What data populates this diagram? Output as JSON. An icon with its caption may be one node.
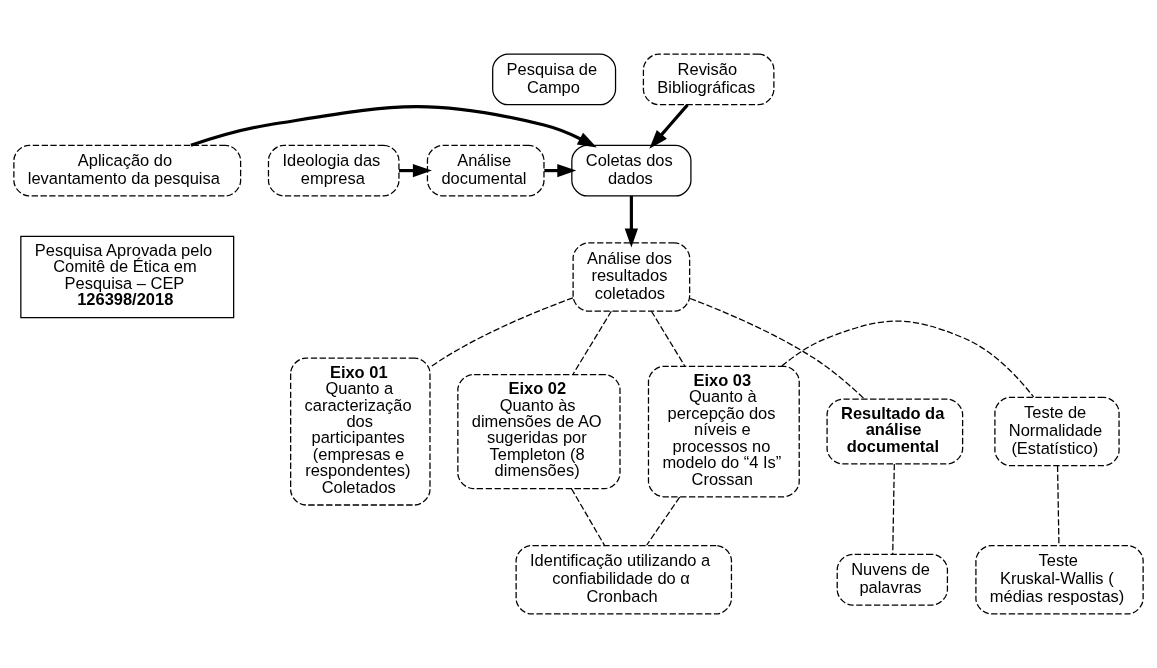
{
  "diagram": {
    "nodes": [
      {
        "text": [
          "Pesquisa de Campo"
        ]
      },
      {
        "text": [
          "Revisão Bibliográficas"
        ]
      },
      {
        "text": [
          "Coletas dos dados"
        ]
      },
      {
        "text": [
          "Aplicação do levantamento da pesquisa"
        ]
      },
      {
        "text": [
          "Ideologia das empresa"
        ]
      },
      {
        "text": [
          "Análise documental"
        ]
      },
      {
        "text": [
          "Análise dos resultados coletados"
        ]
      },
      {
        "text": [
          "Pesquisa Aprovada pelo Comitê de Ética em Pesquisa – CEP",
          "126398/2018"
        ]
      },
      {
        "text": [
          "Resultado da análise documental"
        ]
      },
      {
        "text": [
          "Eixo 01",
          "Quanto a caracterização dos participantes (empresas e respondentes) Coletados"
        ]
      },
      {
        "text": [
          "Eixo 02",
          "Quanto às dimensões de AO sugeridas por Templeton (8 dimensões)"
        ]
      },
      {
        "text": [
          "Eixo 03",
          "Quanto à percepção dos níveis e processos no modelo do “4 Is” Crossan"
        ]
      },
      {
        "text": [
          "Teste de Normalidade (Estatístico)"
        ]
      },
      {
        "text": [
          "Nuvens de palavras"
        ]
      },
      {
        "text": [
          "Identificação utilizando a confiabilidade do α Cronbach"
        ]
      },
      {
        "text": [
          "Teste Kruskal-Wallis ( médias respostas)"
        ]
      }
    ],
    "edges": [
      {
        "from": 1,
        "to": 2,
        "arrow": "to",
        "style": "thick"
      },
      {
        "from": 4,
        "to": 5,
        "arrow": "to",
        "style": "thick"
      },
      {
        "from": 5,
        "to": 2,
        "arrow": "to",
        "style": "thick"
      },
      {
        "from": 3,
        "to": 2,
        "arrow": "to",
        "style": "thick"
      },
      {
        "from": 2,
        "to": 6,
        "arrow": "to",
        "style": "thick"
      },
      {
        "from": 6,
        "to": 8,
        "arrow": "none",
        "style": "dashed"
      },
      {
        "from": 6,
        "to": 9,
        "arrow": "none",
        "style": "dashed"
      },
      {
        "from": 6,
        "to": 10,
        "arrow": "none",
        "style": "dashed"
      },
      {
        "from": 6,
        "to": 11,
        "arrow": "none",
        "style": "dashed"
      },
      {
        "from": 8,
        "to": 13,
        "arrow": "none",
        "style": "dashed"
      },
      {
        "from": 10,
        "to": 14,
        "arrow": "none",
        "style": "dashed"
      },
      {
        "from": 11,
        "to": 14,
        "arrow": "none",
        "style": "dashed"
      },
      {
        "from": 11,
        "to": 12,
        "arrow": "none",
        "style": "dashed"
      },
      {
        "from": 12,
        "to": 15,
        "arrow": "none",
        "style": "dashed"
      }
    ]
  }
}
